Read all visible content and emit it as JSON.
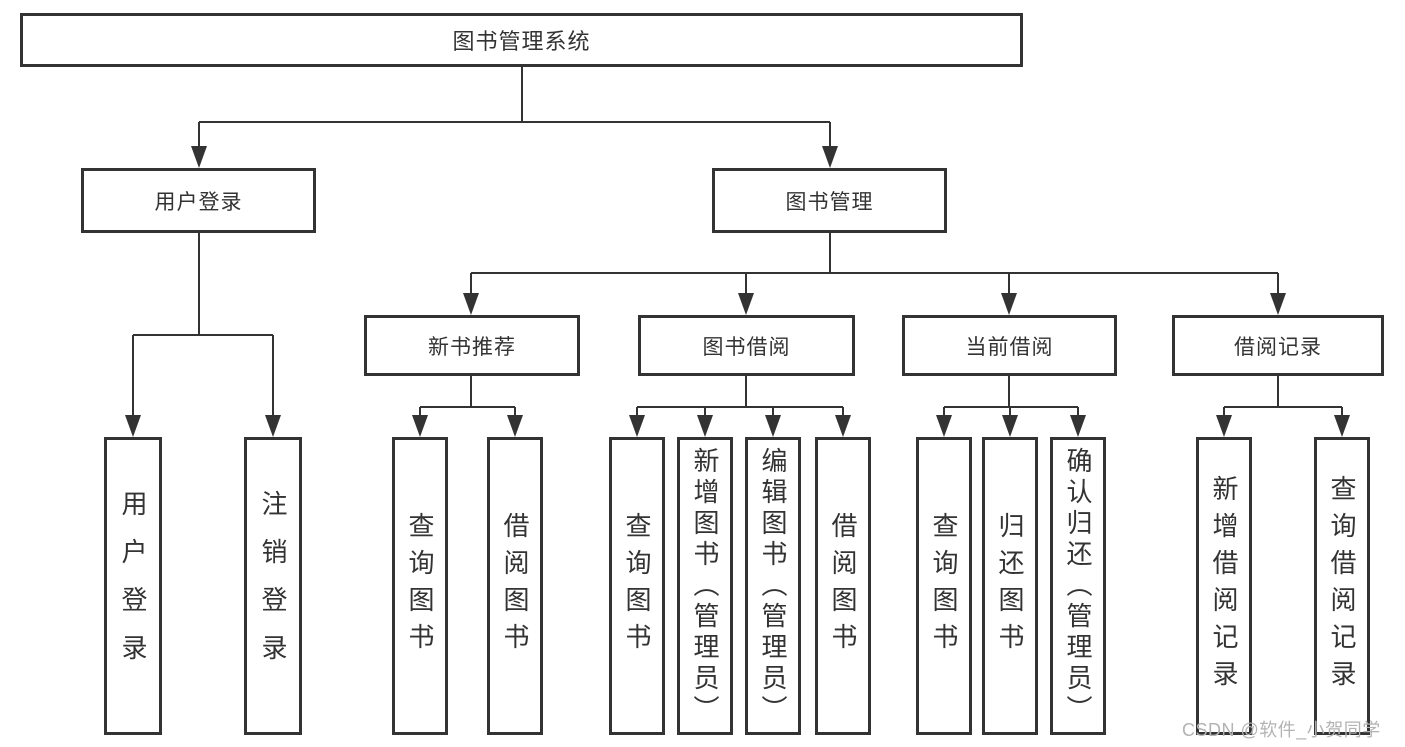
{
  "tree": {
    "label": "图书管理系统",
    "children": [
      {
        "label": "用户登录",
        "children": [
          {
            "label": "用户登录"
          },
          {
            "label": "注销登录"
          }
        ]
      },
      {
        "label": "图书管理",
        "children": [
          {
            "label": "新书推荐",
            "children": [
              {
                "label": "查询图书"
              },
              {
                "label": "借阅图书"
              }
            ]
          },
          {
            "label": "图书借阅",
            "children": [
              {
                "label": "查询图书"
              },
              {
                "label": "新增图书（管理员）"
              },
              {
                "label": "编辑图书（管理员）"
              },
              {
                "label": "借阅图书"
              }
            ]
          },
          {
            "label": "当前借阅",
            "children": [
              {
                "label": "查询图书"
              },
              {
                "label": "归还图书"
              },
              {
                "label": "确认归还（管理员）"
              }
            ]
          },
          {
            "label": "借阅记录",
            "children": [
              {
                "label": "新增借阅记录"
              },
              {
                "label": "查询借阅记录"
              }
            ]
          }
        ]
      }
    ]
  },
  "watermark": "CSDN @软件_小贺同学",
  "colors": {
    "line": "#333333",
    "box_border": "#333333",
    "text": "#333333",
    "background": "#ffffff",
    "watermark": "#b3b3b3"
  }
}
